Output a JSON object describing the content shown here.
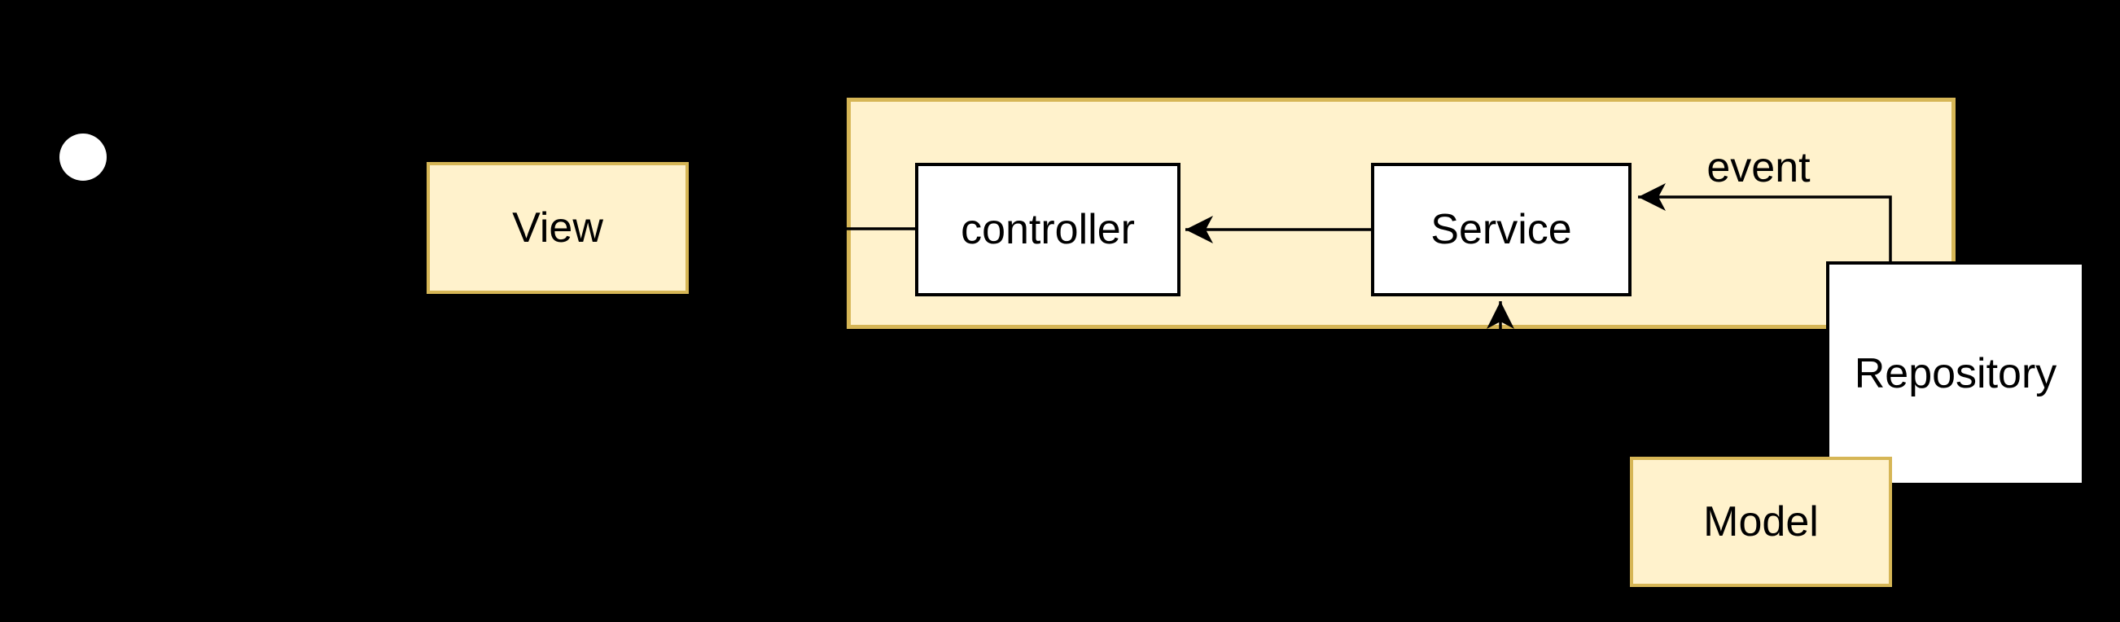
{
  "diagram": {
    "background_color": "#000000",
    "palette": {
      "yellow_fill": "#FFF2CC",
      "yellow_stroke": "#D6B656",
      "white_fill": "#FFFFFF",
      "black_stroke": "#000000",
      "edge_color": "#000000",
      "text_color": "#000000",
      "start_node_fill": "#FFFFFF"
    },
    "nodes": {
      "start": {
        "type": "initial-state-circle"
      },
      "view": {
        "label": "View"
      },
      "container": {
        "label": ""
      },
      "controller": {
        "label": "controller"
      },
      "service": {
        "label": "Service"
      },
      "repository": {
        "label": "Repository"
      },
      "model": {
        "label": "Model"
      }
    },
    "edge_labels": {
      "event": "event"
    }
  }
}
